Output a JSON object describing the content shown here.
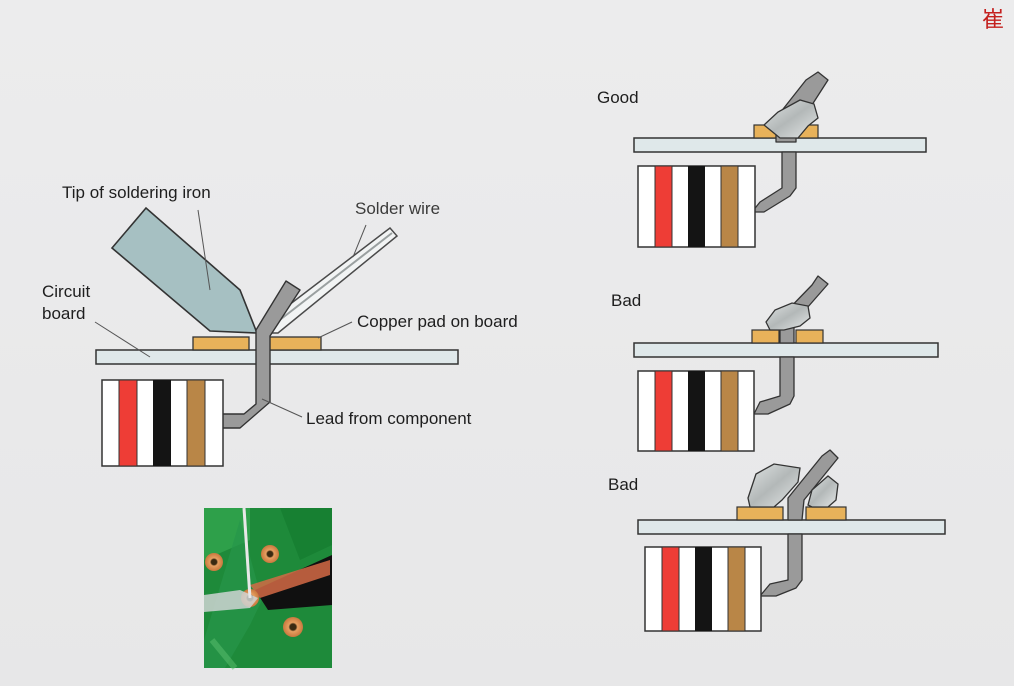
{
  "labels": {
    "tip_of_soldering_iron": "Tip of soldering iron",
    "solder_wire": "Solder wire",
    "circuit_board": "Circuit board",
    "copper_pad": "Copper pad on board",
    "lead_from_component": "Lead from component",
    "good": "Good",
    "bad_1": "Bad",
    "bad_2": "Bad"
  },
  "seal_glyph": "崔",
  "colors": {
    "board": "#dfe8ea",
    "copper_pad": "#e8b25a",
    "lead": "#9a9a9a",
    "solder": "#c9cdcd",
    "iron_tip": "#a6c0c2",
    "band_red": "#ee3d36",
    "band_black": "#141414",
    "band_brown": "#b98647",
    "pcb_green": "#1e8a3a"
  }
}
